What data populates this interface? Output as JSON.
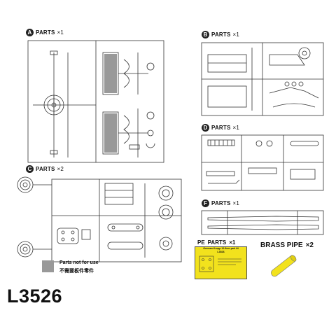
{
  "sprues": {
    "A": {
      "letter": "A",
      "label": "PARTS",
      "count": "×1"
    },
    "B": {
      "letter": "B",
      "label": "PARTS",
      "count": "×1"
    },
    "C": {
      "letter": "C",
      "label": "PARTS",
      "count": "×2"
    },
    "D": {
      "letter": "D",
      "label": "PARTS",
      "count": "×1"
    },
    "F": {
      "letter": "F",
      "label": "PARTS",
      "count": "×1"
    }
  },
  "legend": {
    "en": "Parts not for use",
    "zh": "不需要板件零件",
    "color": "#999999"
  },
  "pe": {
    "prefix": "PE",
    "label": "PARTS",
    "count": "×1",
    "line1": "German Krupp 12.8cm pak 44",
    "line2": "L3526",
    "color": "#f2e21d"
  },
  "brass": {
    "label": "BRASS PIPE",
    "count": "×2",
    "color": "#f2e21d"
  },
  "product_code": "L3526"
}
